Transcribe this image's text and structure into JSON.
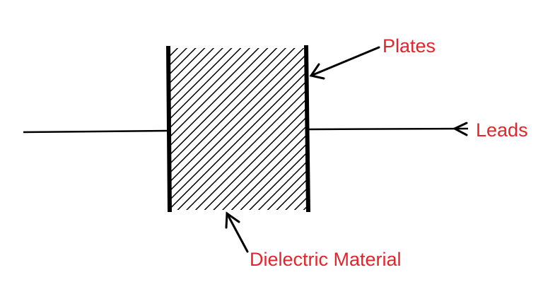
{
  "labels": {
    "plates": "Plates",
    "leads": "Leads",
    "dielectric": "Dielectric Material"
  },
  "colors": {
    "label": "#e3242b",
    "line": "#000000",
    "background": "#ffffff"
  }
}
